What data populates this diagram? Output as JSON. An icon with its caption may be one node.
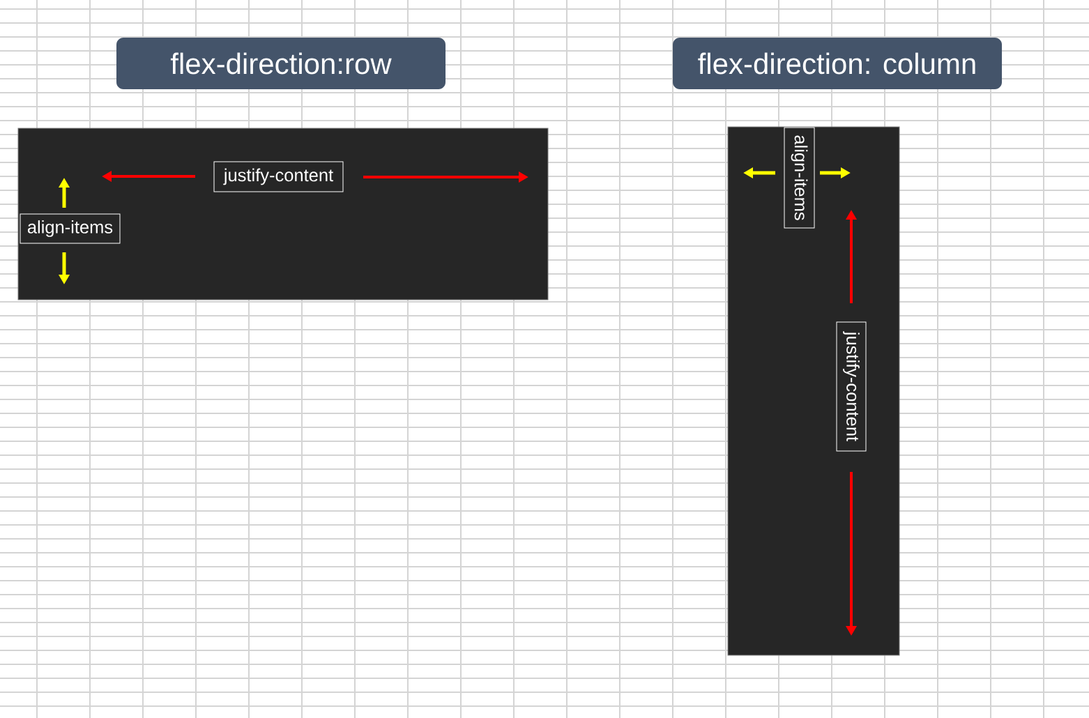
{
  "diagram": {
    "nodes": [
      {
        "text": [
          "flex-direction:row"
        ]
      },
      {
        "text": [
          "flex-direction: column"
        ]
      },
      {
        "text": [],
        "shape": "box"
      },
      {
        "text": [
          "justify-content"
        ],
        "in": 2
      },
      {
        "text": [
          "align-items"
        ],
        "in": 2
      },
      {
        "text": [],
        "shape": "box"
      },
      {
        "text": [
          "align-items"
        ],
        "in": 5
      },
      {
        "text": [
          "justify-content"
        ],
        "in": 5
      }
    ]
  }
}
